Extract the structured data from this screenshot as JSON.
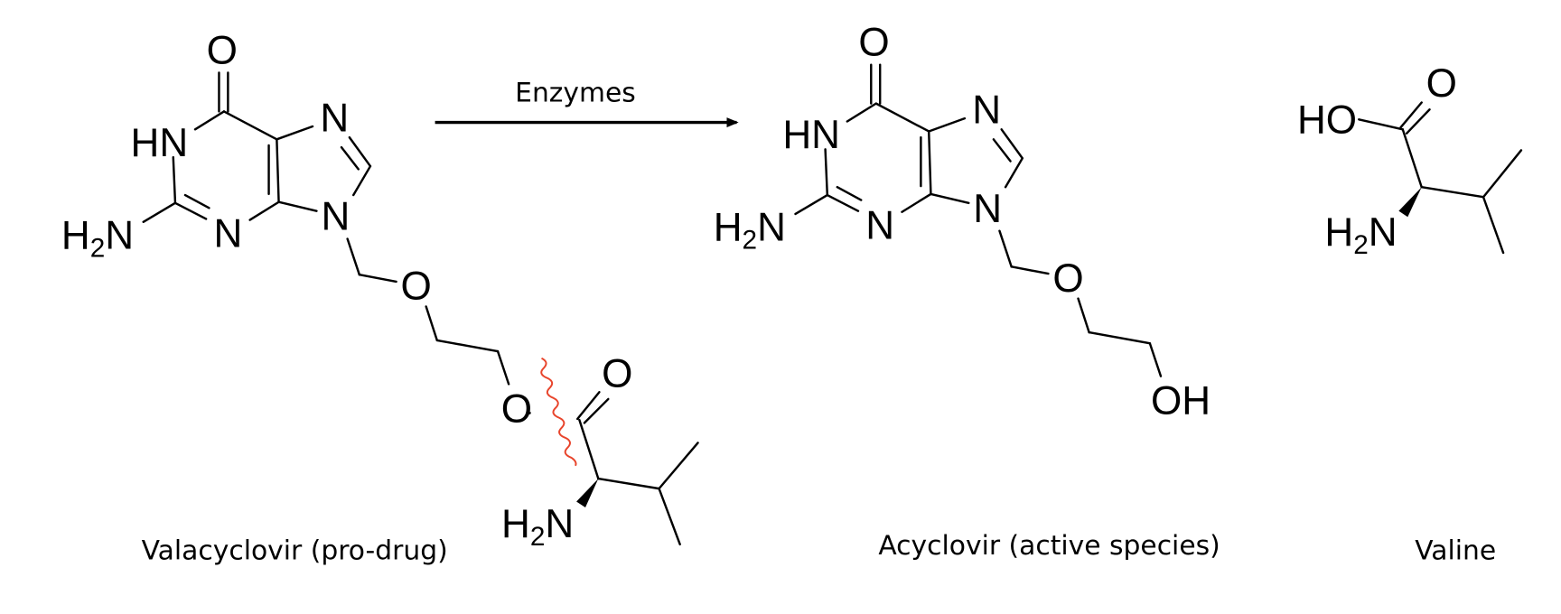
{
  "reaction": {
    "arrow_label": "Enzymes",
    "cleavage_color": "#e8452c"
  },
  "molecules": {
    "valacyclovir": {
      "caption": "Valacyclovir (pro-drug)",
      "atoms": {
        "carbonyl_o": "O",
        "hn": "HN",
        "amine_h": "H",
        "amine_sub": "2",
        "amine_n": "N",
        "n3": "N",
        "n7": "N",
        "n9": "N",
        "ether_o": "O",
        "ester_o": "O",
        "ester_carbonyl_o": "O",
        "valyl_amine_h": "H",
        "valyl_amine_sub": "2",
        "valyl_amine_n": "N"
      }
    },
    "acyclovir": {
      "caption": "Acyclovir (active species)",
      "atoms": {
        "carbonyl_o": "O",
        "hn": "HN",
        "amine_h": "H",
        "amine_sub": "2",
        "amine_n": "N",
        "n3": "N",
        "n7": "N",
        "n9": "N",
        "ether_o": "O",
        "hydroxyl": "OH"
      }
    },
    "valine": {
      "caption": "Valine",
      "atoms": {
        "hydroxyl": "HO",
        "carbonyl_o": "O",
        "amine_h": "H",
        "amine_sub": "2",
        "amine_n": "N"
      }
    }
  }
}
